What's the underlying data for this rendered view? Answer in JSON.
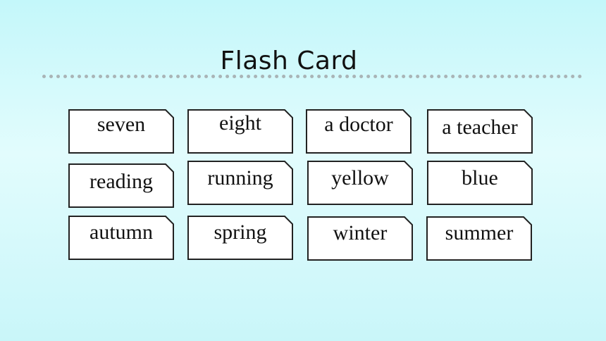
{
  "slide": {
    "title": "Flash Card"
  },
  "cards": [
    {
      "word": "seven"
    },
    {
      "word": "eight"
    },
    {
      "word": "a doctor"
    },
    {
      "word": "a teacher"
    },
    {
      "word": "reading"
    },
    {
      "word": "running"
    },
    {
      "word": "yellow"
    },
    {
      "word": "blue"
    },
    {
      "word": "autumn"
    },
    {
      "word": "spring"
    },
    {
      "word": "winter"
    },
    {
      "word": "summer"
    }
  ],
  "colors": {
    "card_fill": "#ffffff",
    "card_border": "#222222",
    "divider": "#a9b4b6"
  }
}
